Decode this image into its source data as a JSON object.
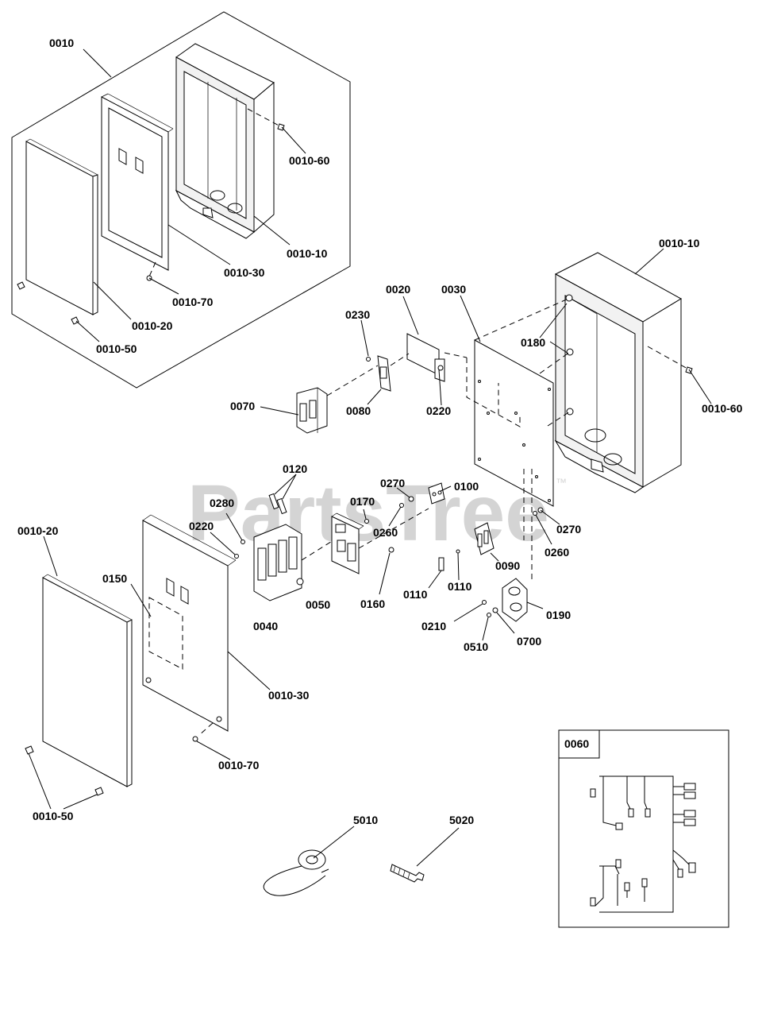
{
  "watermark": {
    "text": "PartsTree",
    "trademark": "™"
  },
  "inset_label": "0060",
  "labels": {
    "l0010": "0010",
    "l0010_60a": "0010-60",
    "l0010_10a": "0010-10",
    "l0010_30a": "0010-30",
    "l0010_70a": "0010-70",
    "l0010_20a": "0010-20",
    "l0010_50a": "0010-50",
    "l0010_10b": "0010-10",
    "l0020": "0020",
    "l0030": "0030",
    "l0230": "0230",
    "l0180": "0180",
    "l0010_60b": "0010-60",
    "l0070": "0070",
    "l0080": "0080",
    "l0220a": "0220",
    "l0120": "0120",
    "l0270a": "0270",
    "l0100": "0100",
    "l0280": "0280",
    "l0170": "0170",
    "l0220b": "0220",
    "l0260a": "0260",
    "l0270b": "0270",
    "l0260b": "0260",
    "l0010_20b": "0010-20",
    "l0150": "0150",
    "l0090": "0090",
    "l0110a": "0110",
    "l0110b": "0110",
    "l0040": "0040",
    "l0050": "0050",
    "l0160": "0160",
    "l0190": "0190",
    "l0210": "0210",
    "l0700": "0700",
    "l0510": "0510",
    "l0010_30b": "0010-30",
    "l0010_70b": "0010-70",
    "l0010_50b": "0010-50",
    "l5010": "5010",
    "l5020": "5020"
  }
}
